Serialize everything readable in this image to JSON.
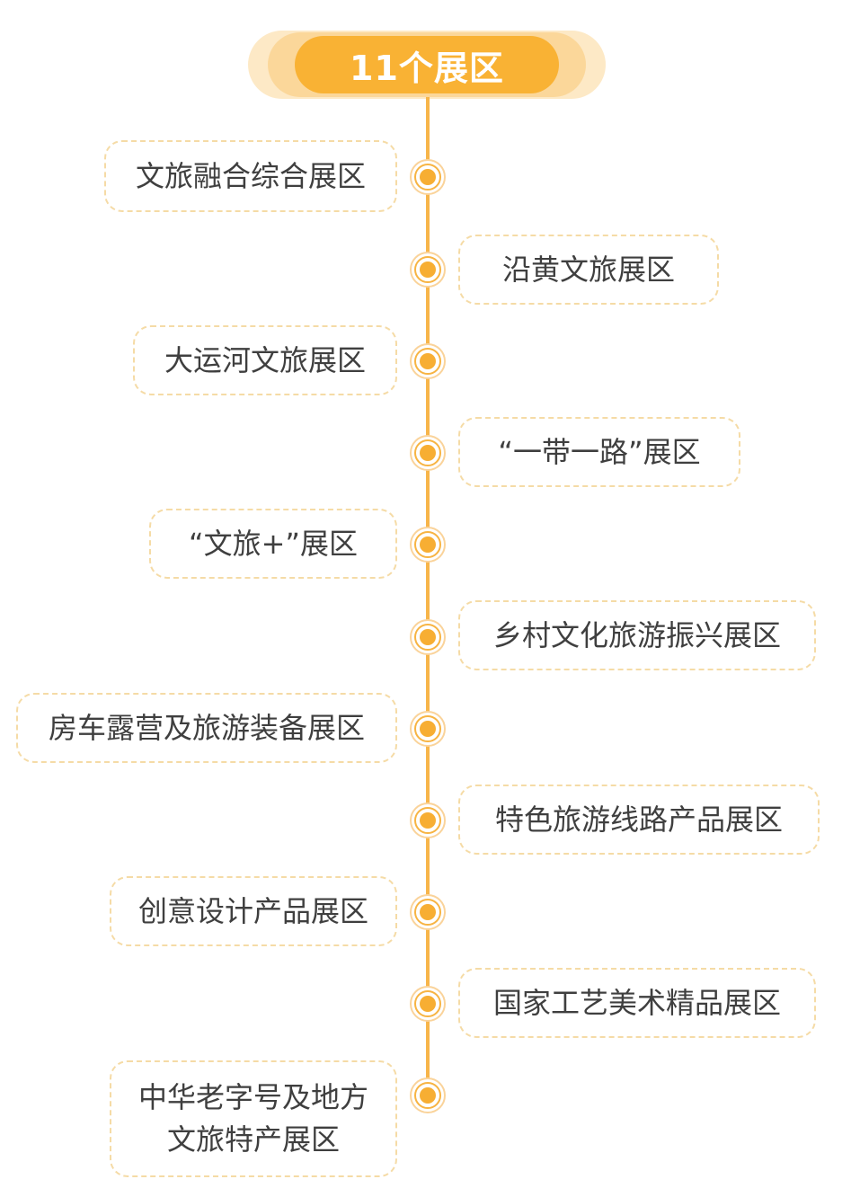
{
  "title": "11个展区",
  "zones": [
    {
      "label": "文旅融合综合展区"
    },
    {
      "label": "沿黄文旅展区"
    },
    {
      "label": "大运河文旅展区"
    },
    {
      "label": "“一带一路”展区"
    },
    {
      "label": "“文旅+”展区"
    },
    {
      "label": "乡村文化旅游振兴展区"
    },
    {
      "label": "房车露营及旅游装备展区"
    },
    {
      "label": "特色旅游线路产品展区"
    },
    {
      "label": "创意设计产品展区"
    },
    {
      "label": "国家工艺美术精品展区"
    },
    {
      "label_line1": "中华老字号及地方",
      "label_line2": "文旅特产展区"
    }
  ],
  "colors": {
    "accent": "#f9b234",
    "line": "#f7b54a",
    "border_dashed": "#f5dba6",
    "text": "#3f3f3f"
  }
}
